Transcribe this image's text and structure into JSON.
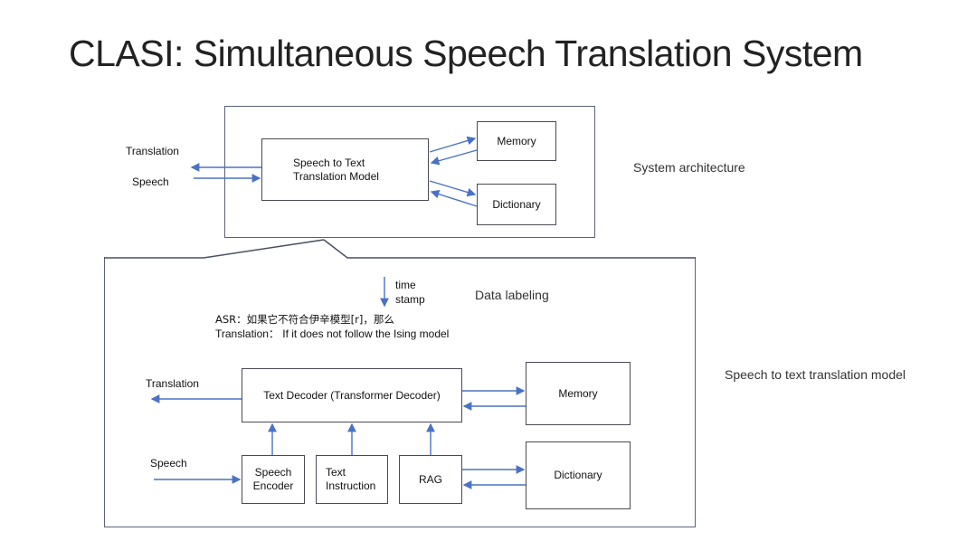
{
  "slide": {
    "title": "CLASI: Simultaneous Speech Translation System"
  },
  "system_architecture": {
    "caption": "System architecture",
    "input_label": "Speech",
    "output_label": "Translation",
    "model_box": {
      "line1": "Speech to Text",
      "line2": "Translation Model"
    },
    "memory_box": "Memory",
    "dictionary_box": "Dictionary"
  },
  "data_labeling": {
    "caption": "Data labeling",
    "timestamp_line1": "time",
    "timestamp_line2": "stamp",
    "asr_text": "ASR：如果它不符合伊辛模型[r]，那么",
    "translation_text": "Translation： If it does not follow the Ising model"
  },
  "translation_model": {
    "caption": "Speech to text translation model",
    "input_label": "Speech",
    "output_label": "Translation",
    "decoder_box": "Text Decoder (Transformer Decoder)",
    "speech_encoder_box": {
      "line1": "Speech",
      "line2": "Encoder"
    },
    "text_instruction_box": {
      "line1": "Text",
      "line2": "Instruction"
    },
    "rag_box": "RAG",
    "memory_box": "Memory",
    "dictionary_box": "Dictionary"
  },
  "colors": {
    "arrow": "#4a72c4",
    "box_border": "#4a4a55",
    "frame_border": "#5b6377"
  }
}
